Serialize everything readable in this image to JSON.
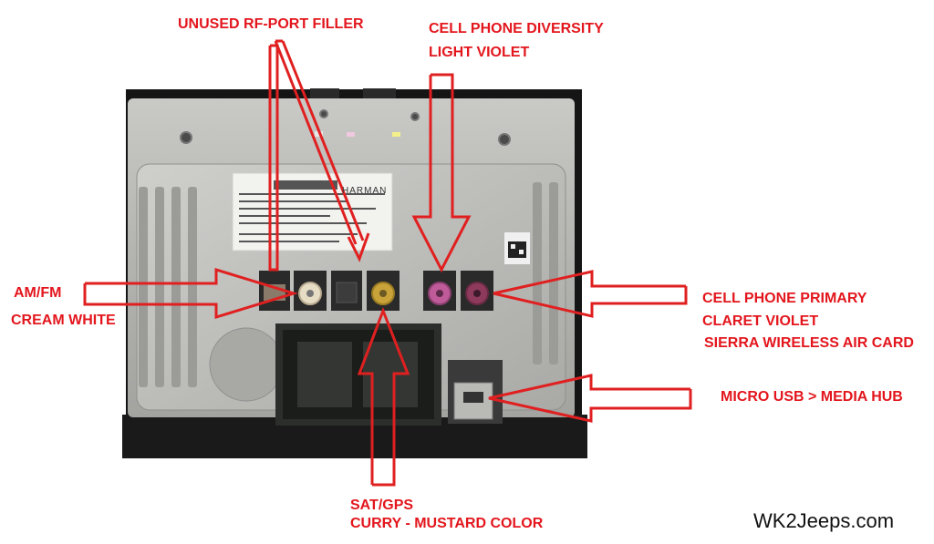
{
  "labels": {
    "unused_rf": "UNUSED RF-PORT FILLER",
    "cell_diversity_1": "CELL PHONE DIVERSITY",
    "cell_diversity_2": "LIGHT VIOLET",
    "amfm_1": "AM/FM",
    "amfm_2": "CREAM WHITE",
    "cell_primary_1": "CELL PHONE PRIMARY",
    "cell_primary_2": "CLARET VIOLET",
    "cell_primary_3": "SIERRA WIRELESS AIR CARD",
    "micro_usb": "MICRO USB > MEDIA HUB",
    "sat_gps_1": "SAT/GPS",
    "sat_gps_2": "CURRY -  MUSTARD COLOR"
  },
  "sticker": {
    "brand": "HARMAN"
  },
  "credit": "WK2Jeeps.com",
  "colors": {
    "label_red": "#e3161d",
    "arrow_red": "#e02020",
    "cream_white": "#e7dcc4",
    "curry_mustard": "#c9a23a",
    "light_violet": "#c05b9a",
    "claret_violet": "#8e3a5c",
    "chassis": "#b9b9b6"
  }
}
